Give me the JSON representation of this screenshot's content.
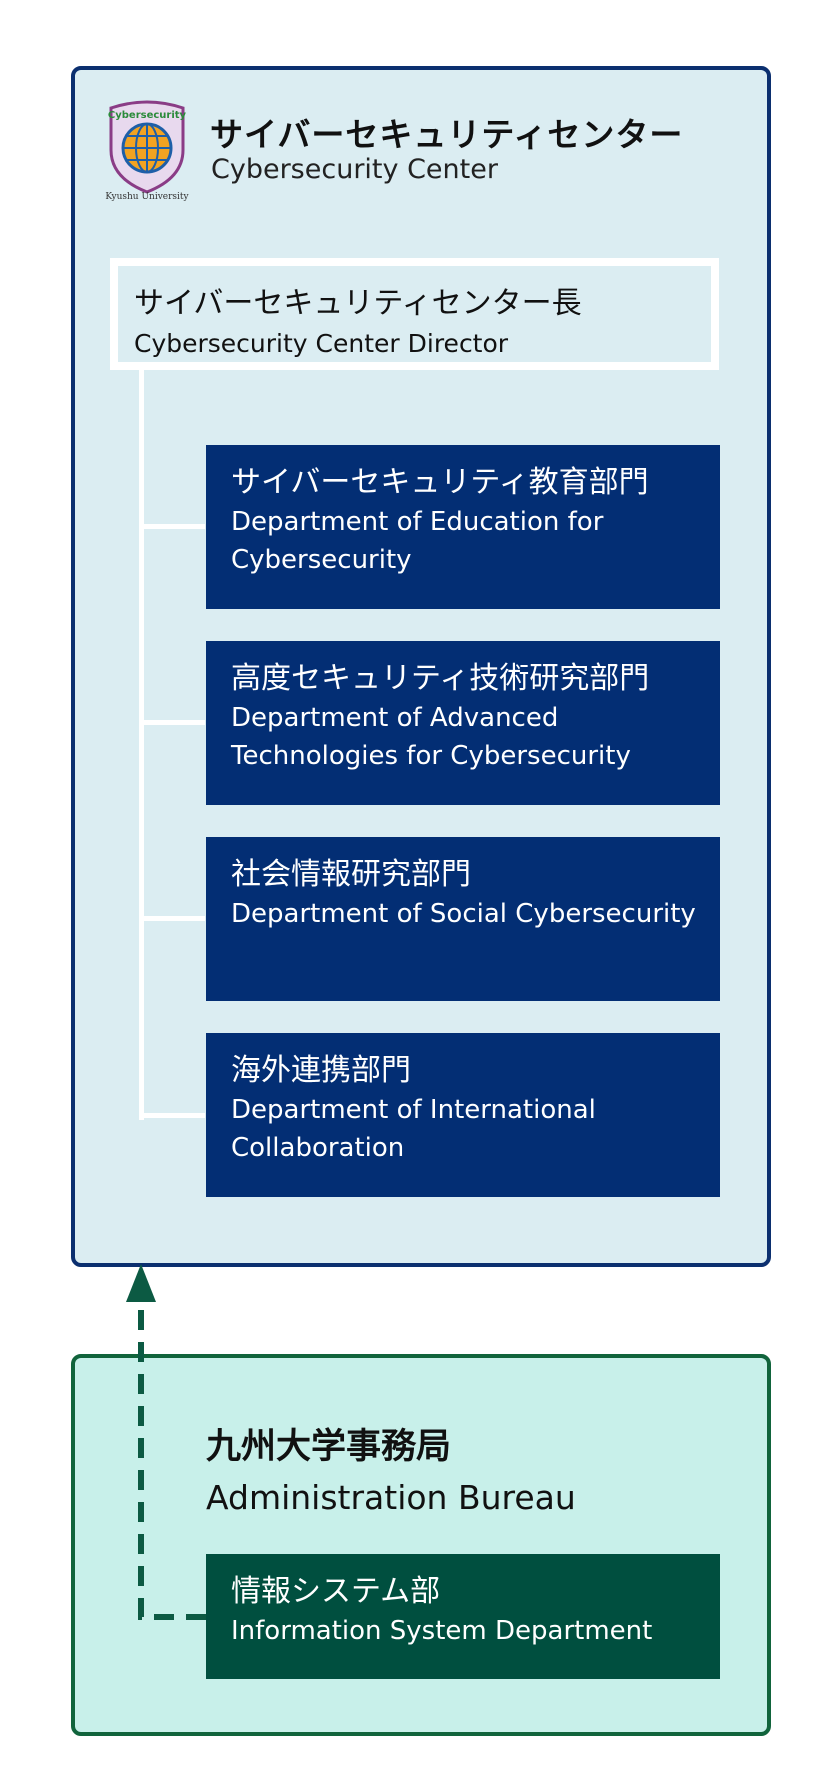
{
  "center": {
    "title_ja": "サイバーセキュリティセンター",
    "title_en": "Cybersecurity Center",
    "logo_text_top": "Cybersecurity",
    "logo_text_bottom": "Kyushu University"
  },
  "director": {
    "title_ja": "サイバーセキュリティセンター長",
    "title_en": "Cybersecurity Center Director"
  },
  "departments": [
    {
      "title_ja": "サイバーセキュリティ教育部門",
      "title_en": "Department of Education for Cybersecurity"
    },
    {
      "title_ja": "高度セキュリティ技術研究部門",
      "title_en": "Department of Advanced Technologies for Cybersecurity"
    },
    {
      "title_ja": "社会情報研究部門",
      "title_en": "Department of Social Cybersecurity"
    },
    {
      "title_ja": "海外連携部門",
      "title_en": "Department of International Collaboration"
    }
  ],
  "bureau": {
    "title_ja": "九州大学事務局",
    "title_en": "Administration Bureau",
    "info_dept_ja": "情報システム部",
    "info_dept_en": "Information System Department"
  },
  "colors": {
    "center_bg": "#dbedf2",
    "center_border": "#0b2f6f",
    "department_bg": "#032e74",
    "bureau_bg": "#c8f0ea",
    "bureau_border": "#11643c",
    "info_dept_bg": "#004f3f",
    "arrow": "#0c5a43"
  }
}
